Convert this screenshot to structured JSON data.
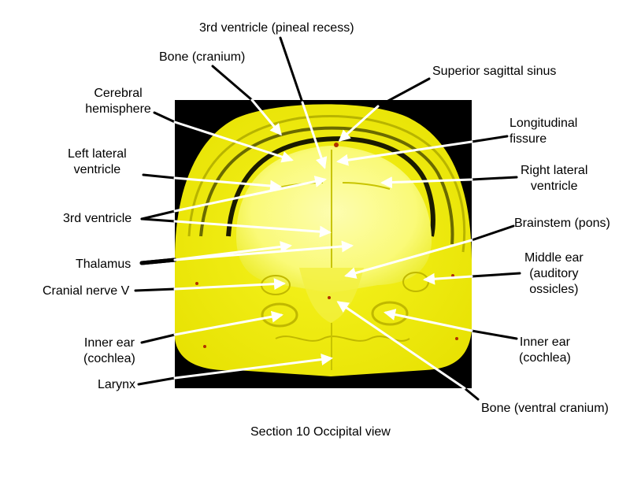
{
  "caption": "Section 10 Occipital view",
  "labels": {
    "third_ventricle_pineal_recess": "3rd ventricle (pineal recess)",
    "bone_cranium": "Bone (cranium)",
    "superior_sagittal_sinus": "Superior sagittal sinus",
    "cerebral_hemisphere": [
      "Cerebral",
      "hemisphere"
    ],
    "longitudinal_fissure": [
      "Longitudinal",
      "fissure"
    ],
    "left_lateral_ventricle": [
      "Left lateral",
      "ventricle"
    ],
    "right_lateral_ventricle": [
      "Right lateral",
      "ventricle"
    ],
    "third_ventricle": "3rd ventricle",
    "brainstem_pons": "Brainstem (pons)",
    "thalamus": "Thalamus",
    "middle_ear": [
      "Middle ear",
      "(auditory",
      "ossicles)"
    ],
    "cranial_nerve_v": "Cranial nerve V",
    "inner_ear_left": [
      "Inner ear",
      "(cochlea)"
    ],
    "inner_ear_right": [
      "Inner ear",
      "(cochlea)"
    ],
    "larynx": "Larynx",
    "bone_ventral_cranium": "Bone (ventral cranium)"
  },
  "colors": {
    "background": "#ffffff",
    "photo_background": "#000000",
    "tissue": "#f2f000",
    "brain": "#fafa7a",
    "arrow": "#ffffff",
    "leader": "#000000"
  }
}
